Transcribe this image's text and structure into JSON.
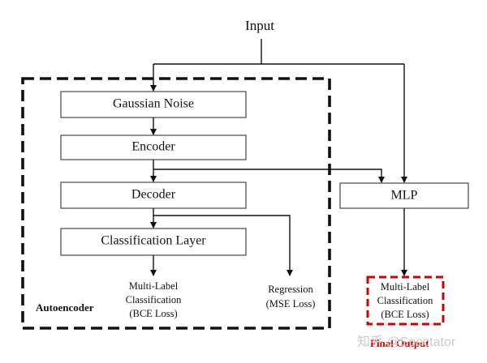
{
  "diagram": {
    "input_label": "Input",
    "autoencoder_label": "Autoencoder",
    "boxes": {
      "gaussian_noise": "Gaussian Noise",
      "encoder": "Encoder",
      "decoder": "Decoder",
      "classification_layer": "Classification Layer",
      "mlp": "MLP"
    },
    "outputs": {
      "ae_classification": [
        "Multi-Label",
        "Classification",
        "(BCE Loss)"
      ],
      "regression": [
        "Regression",
        "(MSE Loss)"
      ],
      "mlp_classification": [
        "Multi-Label",
        "Classification",
        "(BCE Loss)"
      ]
    },
    "final_output_label": "Final Output",
    "watermark": "知乎 @Spectator"
  },
  "colors": {
    "line": "#111111",
    "highlight": "#d10000",
    "watermark": "#c9c9c9"
  }
}
